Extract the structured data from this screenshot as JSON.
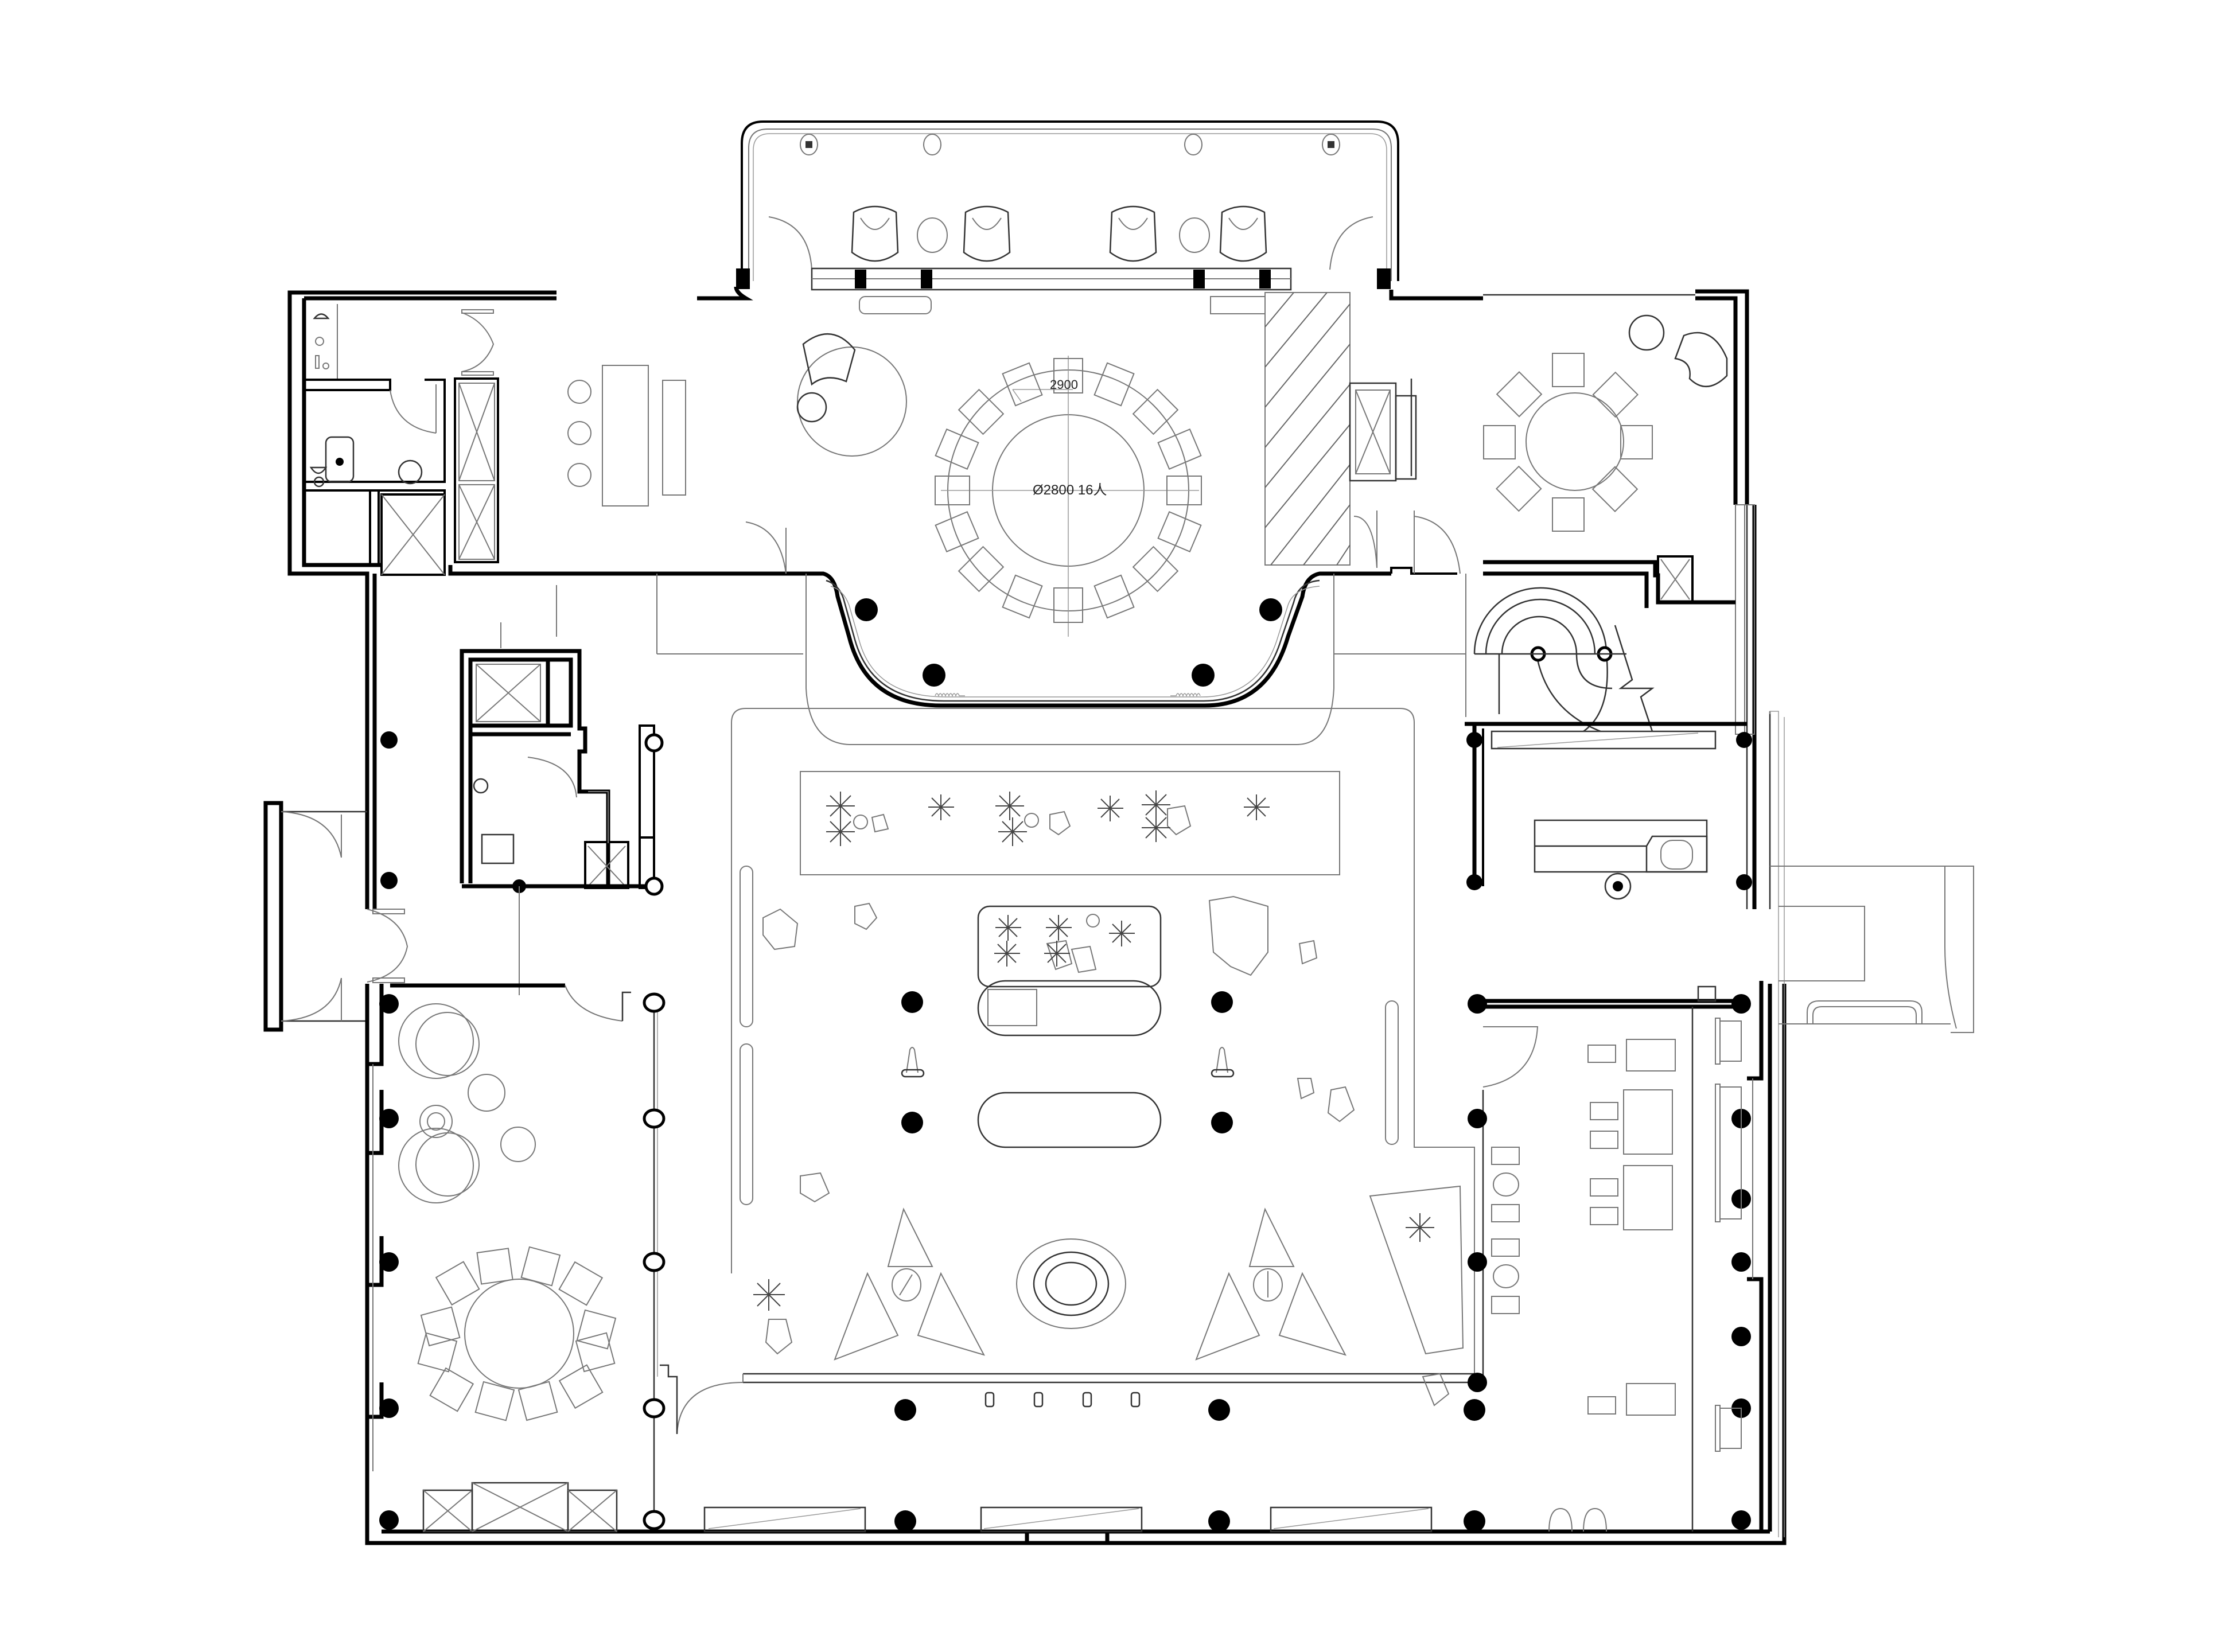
{
  "drawing": {
    "type": "architectural floor plan",
    "background": "#ffffff",
    "line_color": "#000000"
  },
  "annotations": {
    "table_label": "Ø2800 16人",
    "dimension_label": "2900"
  },
  "rooms": [
    {
      "id": "front-terrace",
      "furniture": "4 lounge armchairs, 2 round side tables"
    },
    {
      "id": "main-banquet",
      "furniture": "round table Ø2800 with 16 chairs, armchair with side table"
    },
    {
      "id": "upper-left-lounge",
      "furniture": "long table with 3 stools, bench"
    },
    {
      "id": "upper-left-restroom",
      "furniture": "toilet, sink, urinal, shower"
    },
    {
      "id": "upper-right-dining",
      "furniture": "round table with 8 chairs, armchair, side table"
    },
    {
      "id": "spiral-stair",
      "furniture": "spiral staircase"
    },
    {
      "id": "reception",
      "furniture": "reception desk"
    },
    {
      "id": "central-hall",
      "furniture": "planters, rocks, bar counters, triangular sculptures, round fountain"
    },
    {
      "id": "lower-left-dining",
      "furniture": "round table with 14 chairs, lounge seating, sideboard"
    },
    {
      "id": "lower-right-dining",
      "furniture": "booth seating, tables, chairs"
    },
    {
      "id": "service-core",
      "furniture": "lift shafts, storage, small WC"
    }
  ],
  "colors": {
    "wall": "#000000",
    "furniture": "#777777",
    "column": "#000000"
  }
}
